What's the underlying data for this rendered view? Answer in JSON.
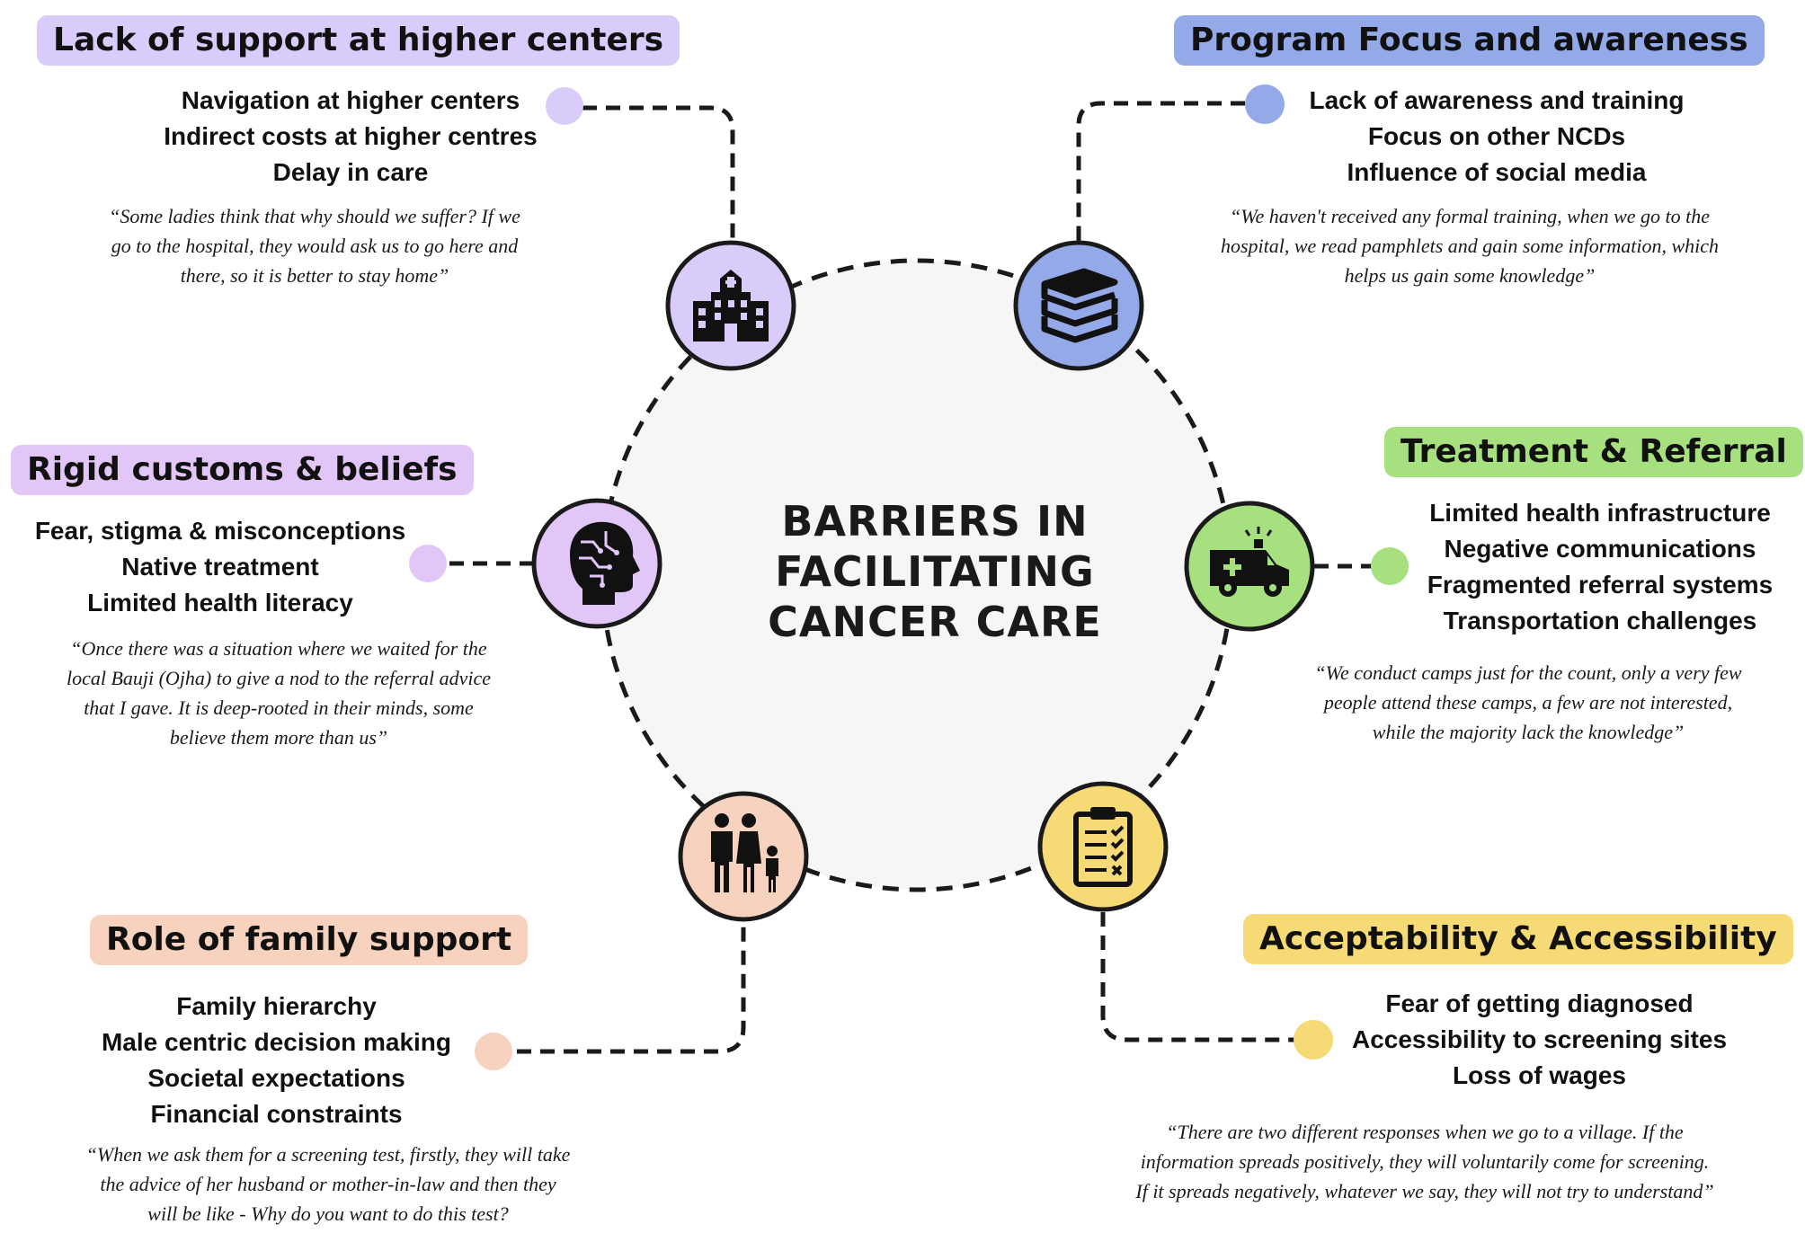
{
  "center": {
    "lines": [
      "BARRIERS IN",
      "FACILITATING",
      "CANCER CARE"
    ]
  },
  "colors": {
    "purple_light": "#d9ccfb",
    "blue": "#93a9e8",
    "lilac": "#e2c6f7",
    "green": "#a6e07f",
    "peach": "#f7d2be",
    "yellow": "#f6da75",
    "center_fill": "#f6f6f6"
  },
  "categories": [
    {
      "id": "higher-centers",
      "title": "Lack of support at higher centers",
      "icon": "hospital-icon",
      "items": [
        "Navigation at higher centers",
        "Indirect costs at higher centres",
        "Delay in care"
      ],
      "quote": [
        "“Some ladies think that why should we suffer? If we",
        "go to the hospital, they would ask us to go here and",
        "there, so it is better to stay home”"
      ]
    },
    {
      "id": "program-focus",
      "title": "Program Focus and awareness",
      "icon": "books-icon",
      "items": [
        "Lack of awareness and training",
        "Focus on other NCDs",
        "Influence of social media"
      ],
      "quote": [
        "“We haven't received any formal training, when we go to the",
        "hospital, we read pamphlets and gain some information, which",
        "helps us gain some knowledge”"
      ]
    },
    {
      "id": "customs-beliefs",
      "title": "Rigid customs & beliefs",
      "icon": "head-brain-icon",
      "items": [
        "Fear, stigma & misconceptions",
        "Native treatment",
        "Limited health literacy"
      ],
      "quote": [
        "“Once there was a situation where we waited for the",
        "local Bauji (Ojha) to give a nod to the referral advice",
        "that I gave. It is deep-rooted in their minds, some",
        "believe them more than us”"
      ]
    },
    {
      "id": "treatment-referral",
      "title": "Treatment & Referral",
      "icon": "ambulance-icon",
      "items": [
        "Limited health infrastructure",
        "Negative communications",
        "Fragmented referral systems",
        "Transportation challenges"
      ],
      "quote": [
        "“We conduct camps just for the count, only a very few",
        "people attend these camps, a few are not interested,",
        "while the majority lack the knowledge”"
      ]
    },
    {
      "id": "family-support",
      "title": "Role of family support",
      "icon": "family-icon",
      "items": [
        "Family hierarchy",
        "Male centric decision making",
        "Societal expectations",
        "Financial constraints"
      ],
      "quote": [
        "“When we ask them for a screening test, firstly, they will take",
        "the advice of her husband or mother-in-law and then they",
        "will be like - Why do you want to do this test?"
      ]
    },
    {
      "id": "acceptability",
      "title": "Acceptability & Accessibility",
      "icon": "clipboard-checklist-icon",
      "items": [
        "Fear of getting diagnosed",
        "Accessibility to screening sites",
        "Loss of wages"
      ],
      "quote": [
        "“There are two different responses when we go to a village. If the",
        "information spreads positively, they will voluntarily come for screening.",
        "If it spreads negatively, whatever we say, they will not try to understand”"
      ]
    }
  ]
}
